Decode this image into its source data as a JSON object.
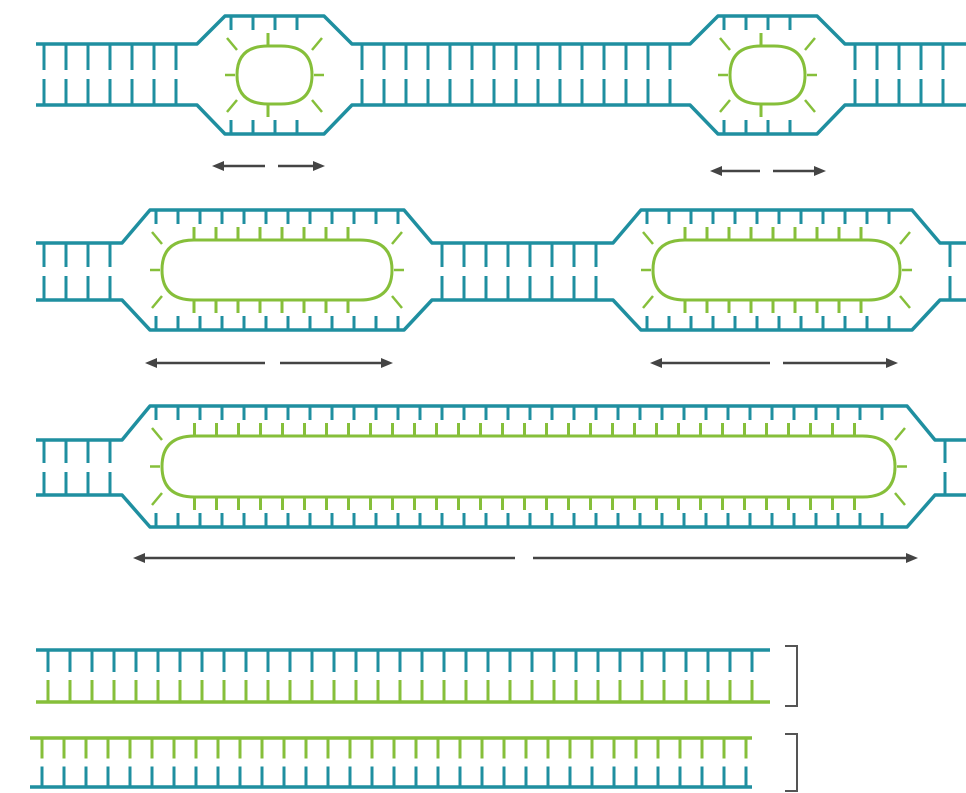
{
  "colors": {
    "parental_strand": "#1f8fa0",
    "new_strand": "#86bf3a",
    "arrow": "#444444",
    "bracket": "#555555",
    "background": "#ffffff"
  },
  "stages": [
    {
      "id": "stage-1-initiation",
      "bubbles": 2,
      "fork_arrows": "bidirectional-short"
    },
    {
      "id": "stage-2-elongation",
      "bubbles": 2,
      "fork_arrows": "bidirectional-medium"
    },
    {
      "id": "stage-3-merged",
      "bubbles": 1,
      "fork_arrows": "bidirectional-long"
    },
    {
      "id": "stage-4-daughter-molecules",
      "molecules": 2,
      "composition": "semiconservative"
    }
  ]
}
